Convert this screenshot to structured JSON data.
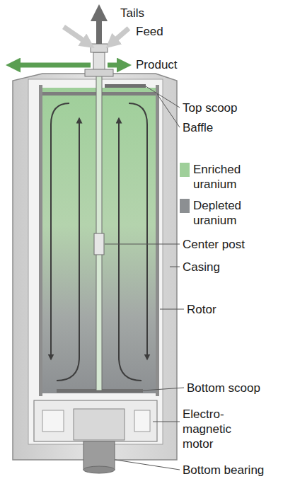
{
  "diagram": {
    "labels": [
      "Tails",
      "Feed",
      "Product",
      "Top scoop",
      "Baffle",
      "Center post",
      "Casing",
      "Rotor",
      "Bottom scoop",
      "Electro- magnetic motor",
      "Bottom bearing"
    ],
    "legend": [
      {
        "text": "Enriched uranium",
        "color": "#9fcf9a"
      },
      {
        "text": "Depleted uranium",
        "color": "#8c8f92"
      }
    ]
  }
}
